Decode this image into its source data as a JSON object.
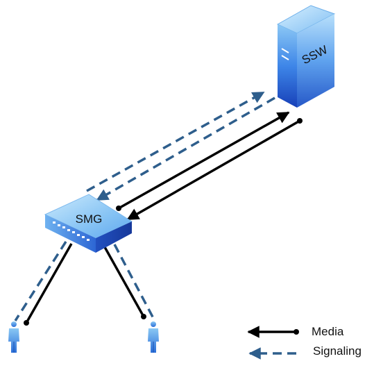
{
  "nodes": {
    "ssw": {
      "label": "SSW"
    },
    "smg": {
      "label": "SMG"
    }
  },
  "legend": {
    "media": {
      "label": "Media"
    },
    "signaling": {
      "label": "Signaling"
    }
  },
  "colors": {
    "media_line": "#000000",
    "signaling_line": "#2E5E8C",
    "device_blue": "#3A7FE6",
    "device_dark": "#1A3FA8",
    "device_light": "#9FD2F8"
  },
  "icons": {
    "ssw": "server-icon",
    "smg": "media-gateway-switch-icon",
    "user": "person-icon"
  }
}
